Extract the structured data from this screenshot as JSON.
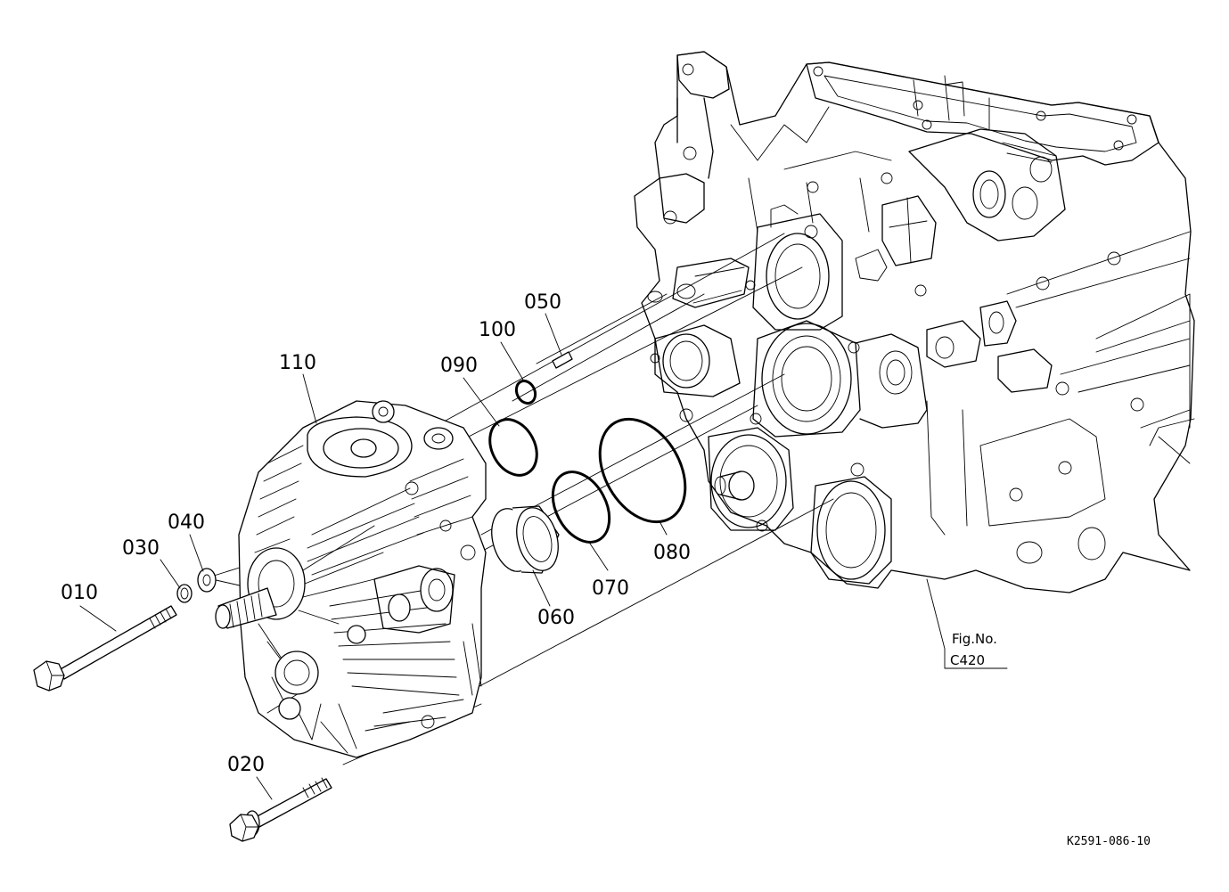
{
  "parts": [
    {
      "id": "010"
    },
    {
      "id": "020"
    },
    {
      "id": "030"
    },
    {
      "id": "040"
    },
    {
      "id": "050"
    },
    {
      "id": "060"
    },
    {
      "id": "070"
    },
    {
      "id": "080"
    },
    {
      "id": "090"
    },
    {
      "id": "100"
    },
    {
      "id": "110"
    }
  ],
  "figure_ref": {
    "line1": "Fig.No.",
    "line2": "C420"
  },
  "drawing_code": "K2591-086-10"
}
